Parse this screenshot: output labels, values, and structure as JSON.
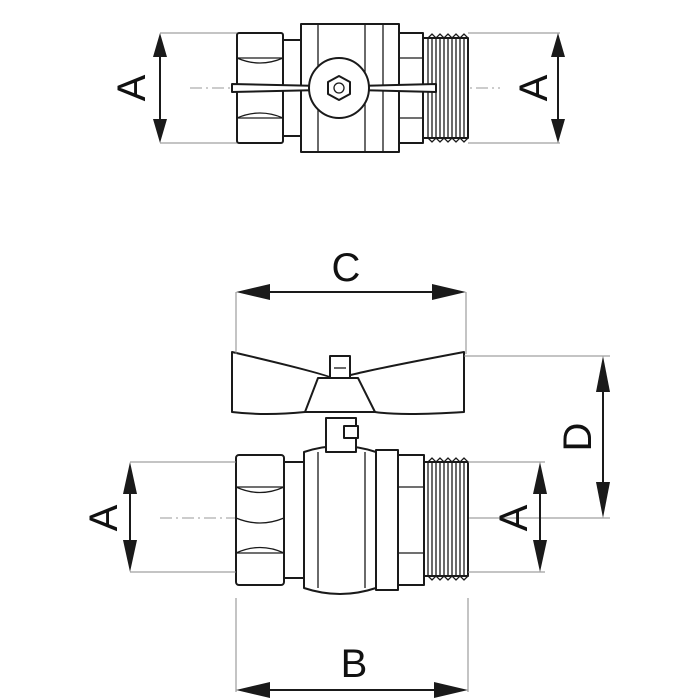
{
  "labels": {
    "top_left_a": "A",
    "top_right_a": "A",
    "width_c": "C",
    "height_d": "D",
    "bottom_left_a": "A",
    "bottom_right_a": "A",
    "length_b": "B"
  },
  "colors": {
    "line": "#1a1a1a",
    "extension": "#888888",
    "background": "#ffffff"
  }
}
